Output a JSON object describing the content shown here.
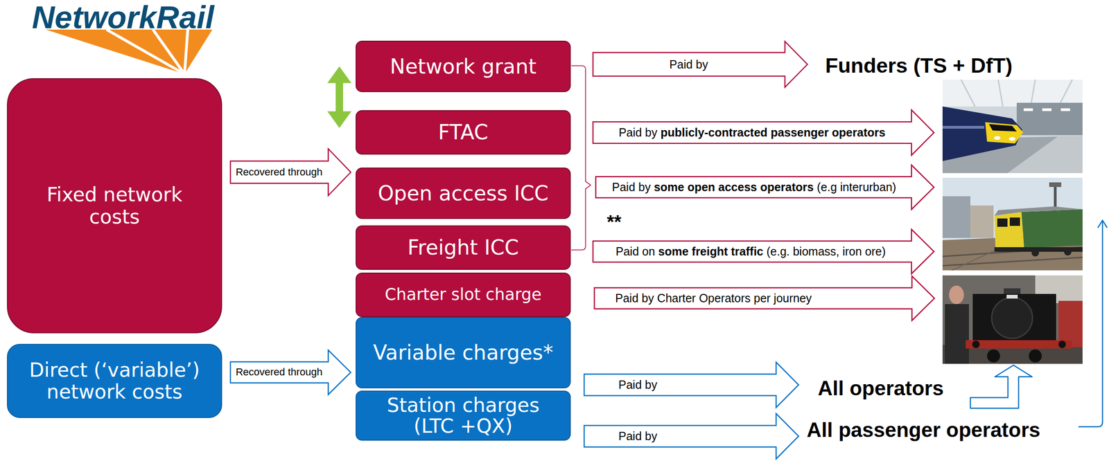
{
  "diagram": {
    "nodes": [
      {
        "text": [
          "Fixed network costs"
        ]
      },
      {
        "text": [
          "Recovered through"
        ]
      },
      {
        "text": [
          "Direct (‘variable’) network costs"
        ]
      },
      {
        "text": [
          "Recovered through"
        ]
      },
      {
        "text": [
          "Network grant"
        ]
      },
      {
        "text": [
          "FTAC"
        ]
      },
      {
        "text": [
          "Open access ICC"
        ]
      },
      {
        "text": [
          "Freight ICC"
        ]
      },
      {
        "text": [
          "Charter slot charge"
        ]
      },
      {
        "text": [
          "Variable charges*"
        ]
      },
      {
        "text": [
          "Station charges (LTC +QX)"
        ]
      },
      {
        "text": [
          "Paid by"
        ]
      },
      {
        "text": [
          "Paid by",
          "publicly-contracted passenger operators"
        ]
      },
      {
        "text": [
          "Paid by",
          "some open access operators",
          "(e.g interurban)"
        ]
      },
      {
        "text": [
          "Paid on",
          "some freight traffic",
          "(e.g. biomass, iron ore)"
        ]
      },
      {
        "text": [
          "Paid by Charter Operators per journey"
        ]
      },
      {
        "text": [
          "Paid by"
        ]
      },
      {
        "text": [
          "Paid by"
        ]
      }
    ],
    "edges": [
      {
        "from": 4,
        "to": 5,
        "arrow": "both"
      }
    ],
    "labels": [
      "NetworkRail",
      "Funders (TS + DfT)",
      "**",
      "All operators",
      "All passenger operators"
    ]
  }
}
